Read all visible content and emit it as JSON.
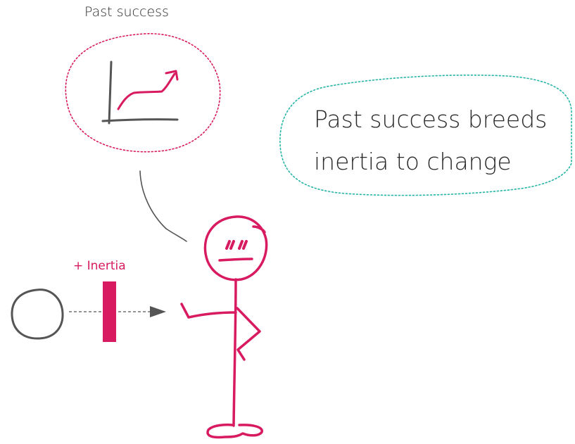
{
  "thought_bubble": {
    "caption": "Past success"
  },
  "speech_bubble": {
    "line1": "Past success breeds",
    "line2": "inertia to  change"
  },
  "barrier": {
    "label": "+ Inertia"
  },
  "colors": {
    "accent_pink": "#d81b60",
    "ink_dark": "#555555",
    "teal": "#26b5a6"
  }
}
